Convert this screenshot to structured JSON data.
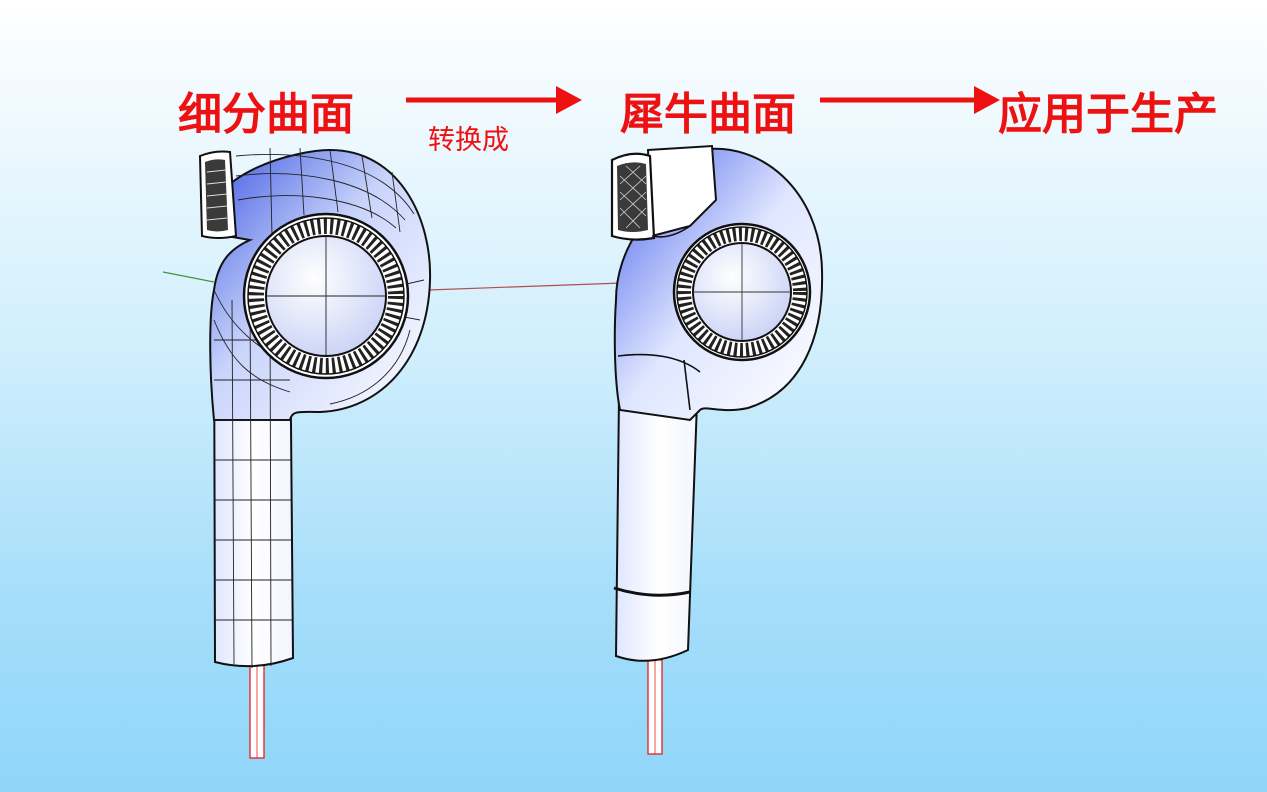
{
  "labels": {
    "subd_surface": "细分曲面",
    "convert_to": "转换成",
    "nurbs_surface": "犀牛曲面",
    "apply_production": "应用于生产"
  },
  "colors": {
    "label_red": "#ee1111",
    "surface_blue": "#3b55e0",
    "x_axis": "#b05050",
    "y_axis": "#3a9a3a"
  }
}
